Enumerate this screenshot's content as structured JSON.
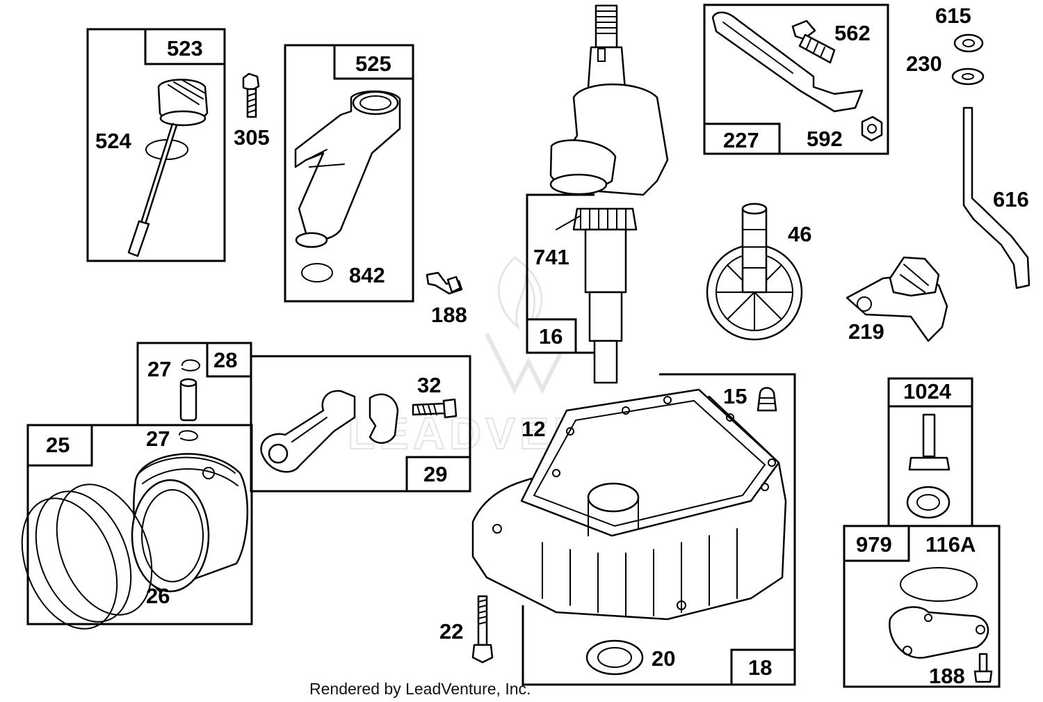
{
  "labels": {
    "p523": "523",
    "p524": "524",
    "p305": "305",
    "p525": "525",
    "p842": "842",
    "p188a": "188",
    "p741": "741",
    "p16": "16",
    "p227": "227",
    "p562": "562",
    "p592": "592",
    "p615": "615",
    "p230": "230",
    "p616": "616",
    "p46": "46",
    "p219": "219",
    "p28": "28",
    "p27a": "27",
    "p27b": "27",
    "p25": "25",
    "p26": "26",
    "p32": "32",
    "p29": "29",
    "p12": "12",
    "p15": "15",
    "p18": "18",
    "p22": "22",
    "p20": "20",
    "p1024": "1024",
    "p979": "979",
    "p116A": "116A",
    "p188b": "188"
  },
  "watermark": "LEADVENTURE",
  "footer": "Rendered by LeadVenture, Inc."
}
